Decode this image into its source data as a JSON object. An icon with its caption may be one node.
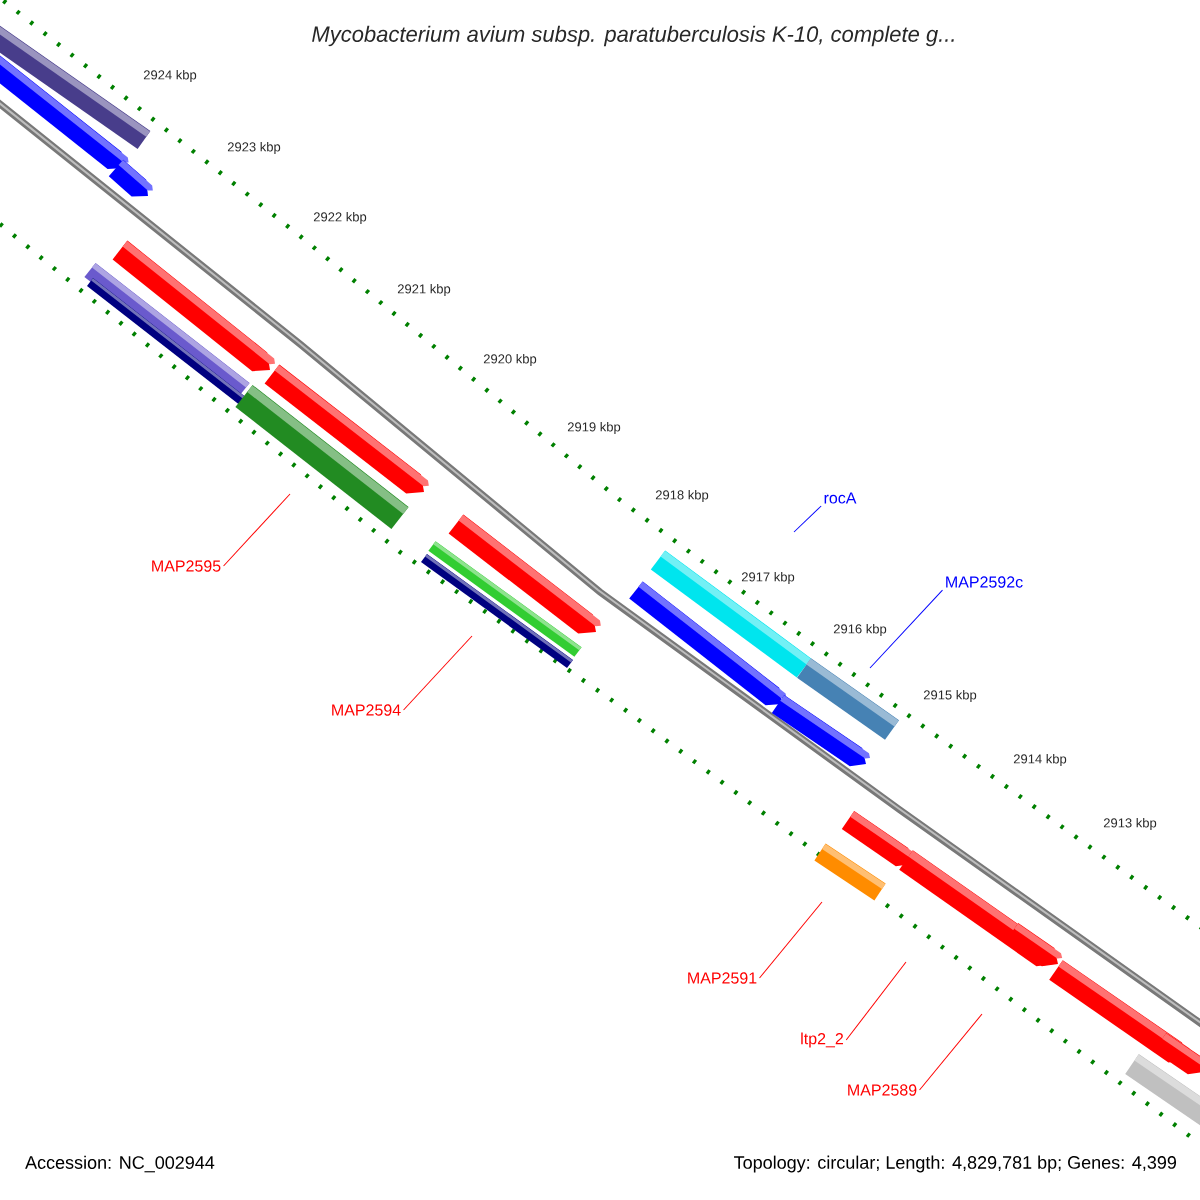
{
  "diagram": {
    "title": "Mycobacterium avium subsp. paratuberculosis K-10, complete g...",
    "nodes": [
      {
        "text": [
          "MAP2595"
        ]
      },
      {
        "text": [
          "MAP2594"
        ]
      },
      {
        "text": [
          "rocA"
        ]
      },
      {
        "text": [
          "MAP2592c"
        ]
      },
      {
        "text": [
          "MAP2591"
        ]
      },
      {
        "text": [
          "ltp2_2"
        ]
      },
      {
        "text": [
          "MAP2589"
        ]
      }
    ],
    "edges": [
      {
        "from": 0,
        "to": null,
        "arrow": "none"
      },
      {
        "from": 1,
        "to": null,
        "arrow": "none"
      },
      {
        "from": 2,
        "to": null,
        "arrow": "none",
        "color": "#0000ff"
      },
      {
        "from": 3,
        "to": null,
        "arrow": "none",
        "color": "#0000ff"
      },
      {
        "from": 4,
        "to": null,
        "arrow": "none"
      },
      {
        "from": 5,
        "to": null,
        "arrow": "none"
      },
      {
        "from": 6,
        "to": null,
        "arrow": "none"
      }
    ],
    "labels": [
      "2924 kbp",
      "2923 kbp",
      "2922 kbp",
      "2921 kbp",
      "2920 kbp",
      "2919 kbp",
      "2918 kbp",
      "2917 kbp",
      "2916 kbp",
      "2915 kbp",
      "2914 kbp",
      "2913 kbp",
      "Accession: NC_002944",
      "Topology: circular; Length: 4,829,781 bp; Genes: 4,399"
    ]
  }
}
